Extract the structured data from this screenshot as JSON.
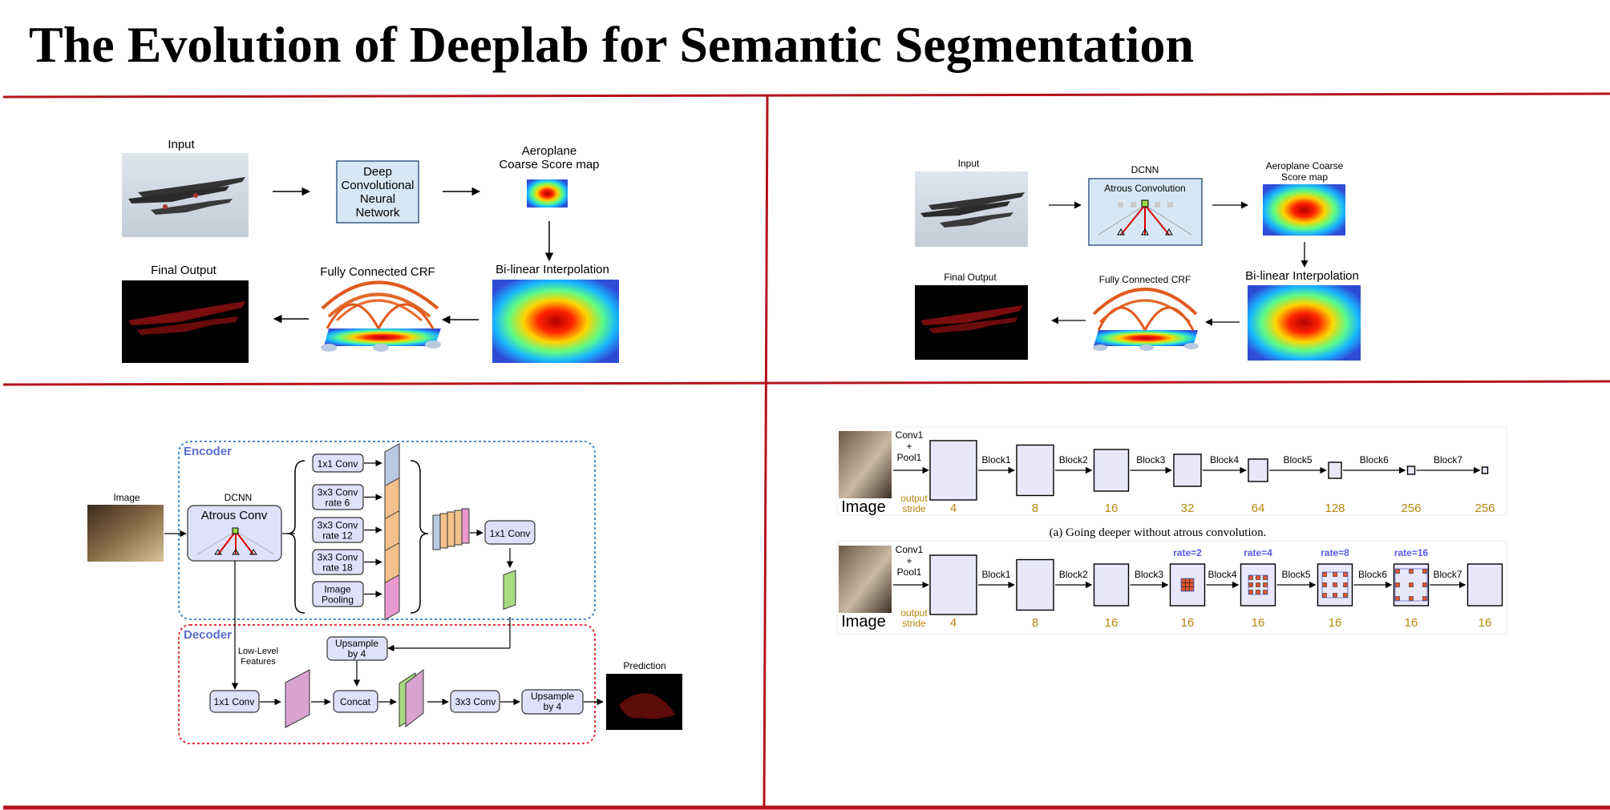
{
  "title": "The Evolution of Deeplab for Semantic Segmentation",
  "colors": {
    "divider": "#b5131b",
    "dcnn_box": "#d6e8f5",
    "layer_box": "#e4e4fb",
    "block_box": "#e8e8fa",
    "encoder": "#5a6ecf",
    "output_stride": "#b8860b",
    "rate_label": "#5a5aee"
  },
  "panel_v1": {
    "input_label": "Input",
    "dcnn_label": "Deep\nConvolutional\nNeural\nNetwork",
    "coarse_label": "Aeroplane\nCoarse Score map",
    "bilinear_label": "Bi-linear Interpolation",
    "crf_label": "Fully Connected CRF",
    "final_label": "Final Output"
  },
  "panel_v2": {
    "input_label": "Input",
    "dcnn_title": "DCNN",
    "atrous_label": "Atrous Convolution",
    "coarse_label": "Aeroplane Coarse\nScore map",
    "bilinear_label": "Bi-linear Interpolation",
    "crf_label": "Fully Connected CRF",
    "final_label": "Final Output"
  },
  "panel_v3plus": {
    "encoder_label": "Encoder",
    "decoder_label": "Decoder",
    "image_label": "Image",
    "dcnn_title": "DCNN",
    "atrous_label": "Atrous Conv",
    "aspp": [
      "1x1 Conv",
      "3x3 Conv\nrate 6",
      "3x3 Conv\nrate 12",
      "3x3 Conv\nrate 18",
      "Image\nPooling"
    ],
    "enc_conv": "1x1 Conv",
    "low_level": "Low-Level\nFeatures",
    "dec_upsample_top": "Upsample\nby 4",
    "dec_conv1": "1x1 Conv",
    "concat": "Concat",
    "dec_conv3": "3x3 Conv",
    "dec_upsample_out": "Upsample\nby 4",
    "prediction_label": "Prediction"
  },
  "panel_v3": {
    "stem_label": "Conv1\n+\nPool1",
    "image_label": "Image",
    "output_stride_label": "output\nstride",
    "blocks": [
      "Block1",
      "Block2",
      "Block3",
      "Block4",
      "Block5",
      "Block6",
      "Block7"
    ],
    "row_a_strides": [
      "4",
      "8",
      "16",
      "32",
      "64",
      "128",
      "256",
      "256"
    ],
    "row_b_strides": [
      "4",
      "8",
      "16",
      "16",
      "16",
      "16",
      "16",
      "16"
    ],
    "rates": [
      "rate=2",
      "rate=4",
      "rate=8",
      "rate=16"
    ],
    "caption_a": "(a) Going deeper without atrous convolution."
  }
}
